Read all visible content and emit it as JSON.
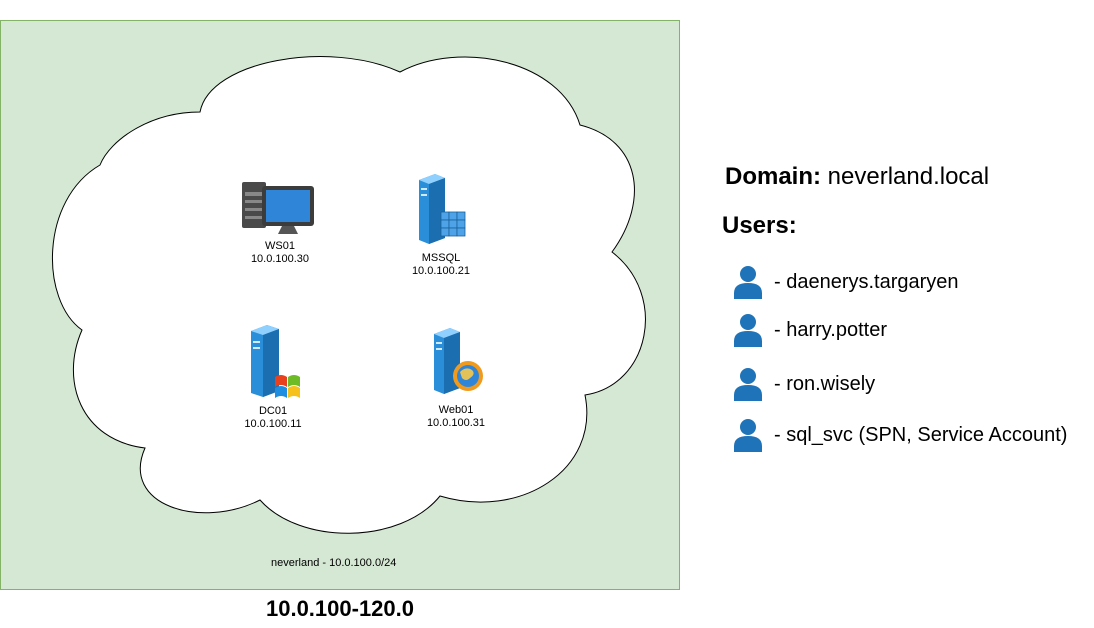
{
  "network": {
    "subnet_label": "neverland - 10.0.100.0/24",
    "range_label": "10.0.100-120.0",
    "colors": {
      "box_fill": "#d5e8d4",
      "box_border": "#82b366",
      "cloud_fill": "#ffffff",
      "user_icon": "#1f73b8"
    }
  },
  "nodes": [
    {
      "name": "WS01",
      "ip": "10.0.100.30",
      "icon": "workstation-icon"
    },
    {
      "name": "MSSQL",
      "ip": "10.0.100.21",
      "icon": "database-server-icon"
    },
    {
      "name": "DC01",
      "ip": "10.0.100.11",
      "icon": "windows-server-icon"
    },
    {
      "name": "Web01",
      "ip": "10.0.100.31",
      "icon": "web-server-icon"
    }
  ],
  "domain": {
    "label": "Domain:",
    "value": "neverland.local"
  },
  "users": {
    "title": "Users:",
    "items": [
      {
        "label": "- daenerys.targaryen",
        "icon": "user-icon"
      },
      {
        "label": "- harry.potter",
        "icon": "user-icon"
      },
      {
        "label": "- ron.wisely",
        "icon": "user-icon"
      },
      {
        "label": "- sql_svc (SPN, Service Account)",
        "icon": "user-icon"
      }
    ]
  }
}
